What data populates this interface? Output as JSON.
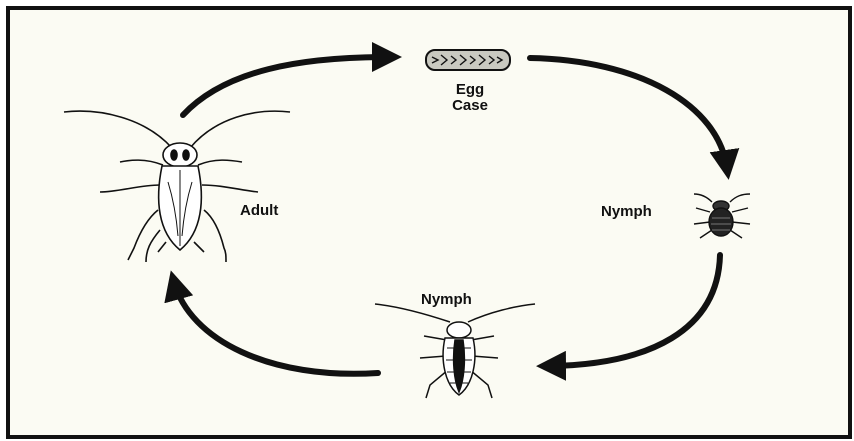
{
  "diagram": {
    "labels": {
      "egg_line1": "Egg",
      "egg_line2": "Case",
      "adult": "Adult",
      "nymph_right": "Nymph",
      "nymph_bottom": "Nymph"
    },
    "stages": [
      "egg-case",
      "nymph",
      "nymph",
      "adult"
    ],
    "colors": {
      "ink": "#111111",
      "background": "#fbfbf3",
      "frame": "#111111"
    }
  }
}
